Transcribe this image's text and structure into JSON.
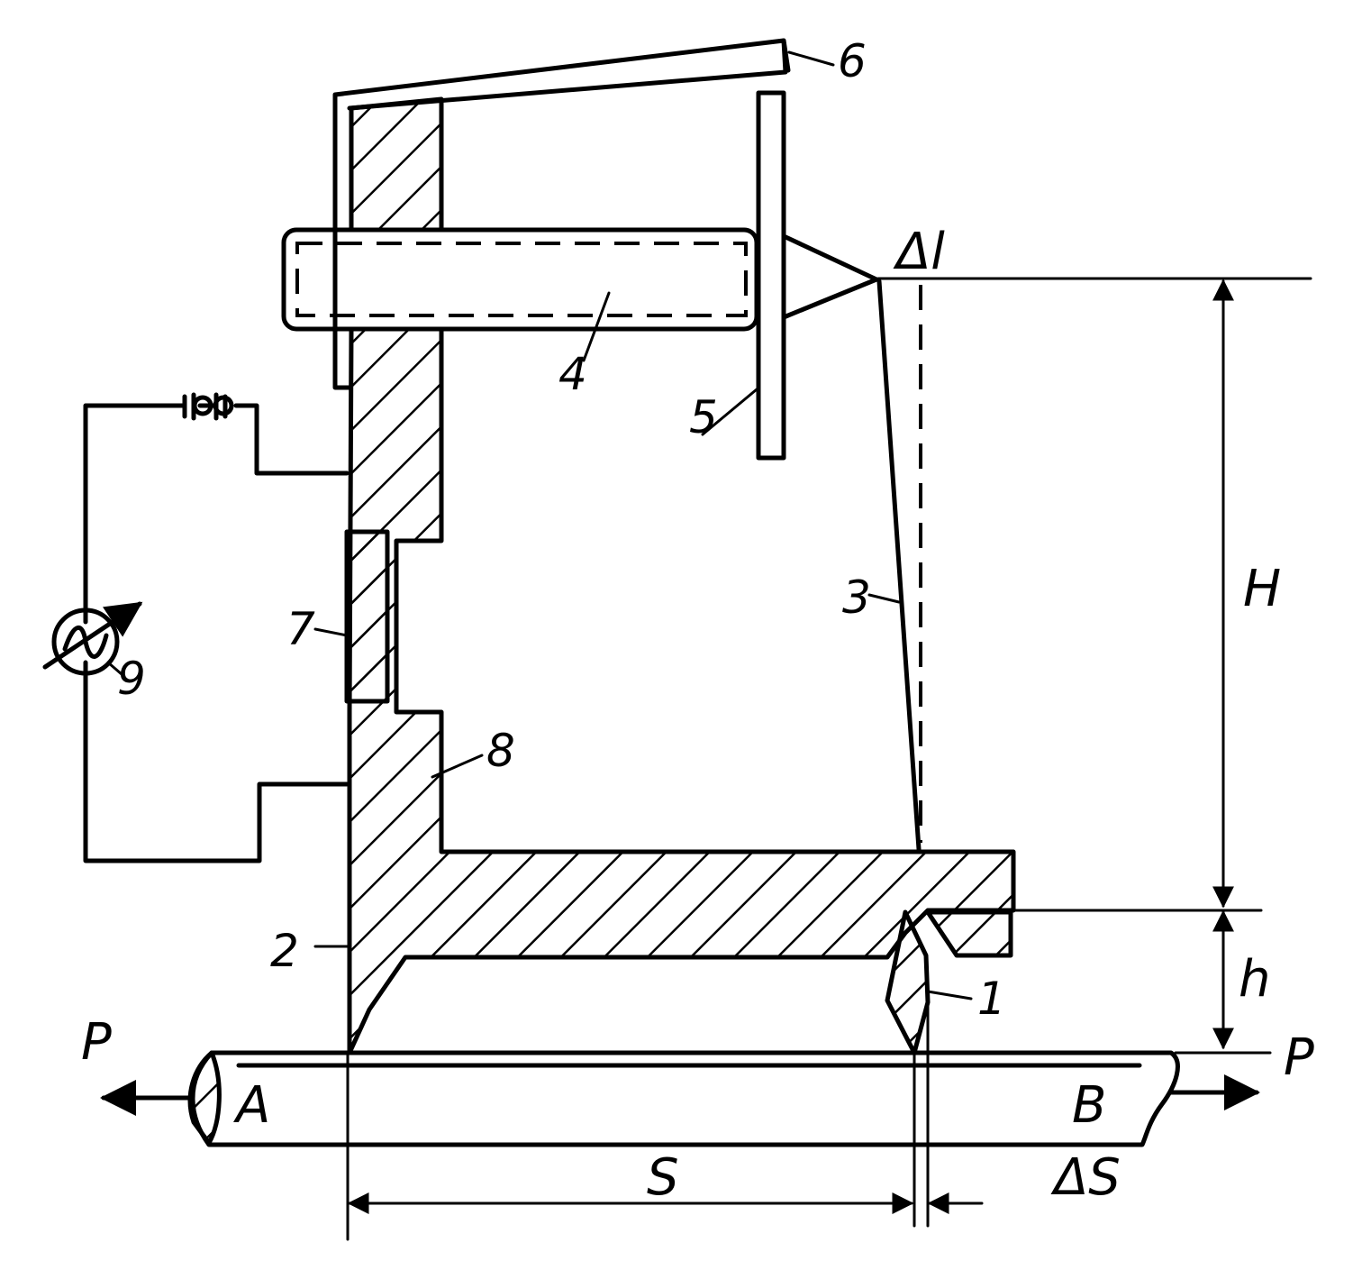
{
  "labels": {
    "n1": "1",
    "n2": "2",
    "n3": "3",
    "n4": "4",
    "n5": "5",
    "n6": "6",
    "n7": "7",
    "n8": "8",
    "n9": "9",
    "delta_l": "Δl",
    "H": "H",
    "h": "h",
    "S": "S",
    "delta_S": "ΔS",
    "A": "A",
    "B": "B",
    "P_left": "P",
    "P_right": "P"
  },
  "colors": {
    "ink": "#000000",
    "paper": "#ffffff"
  }
}
